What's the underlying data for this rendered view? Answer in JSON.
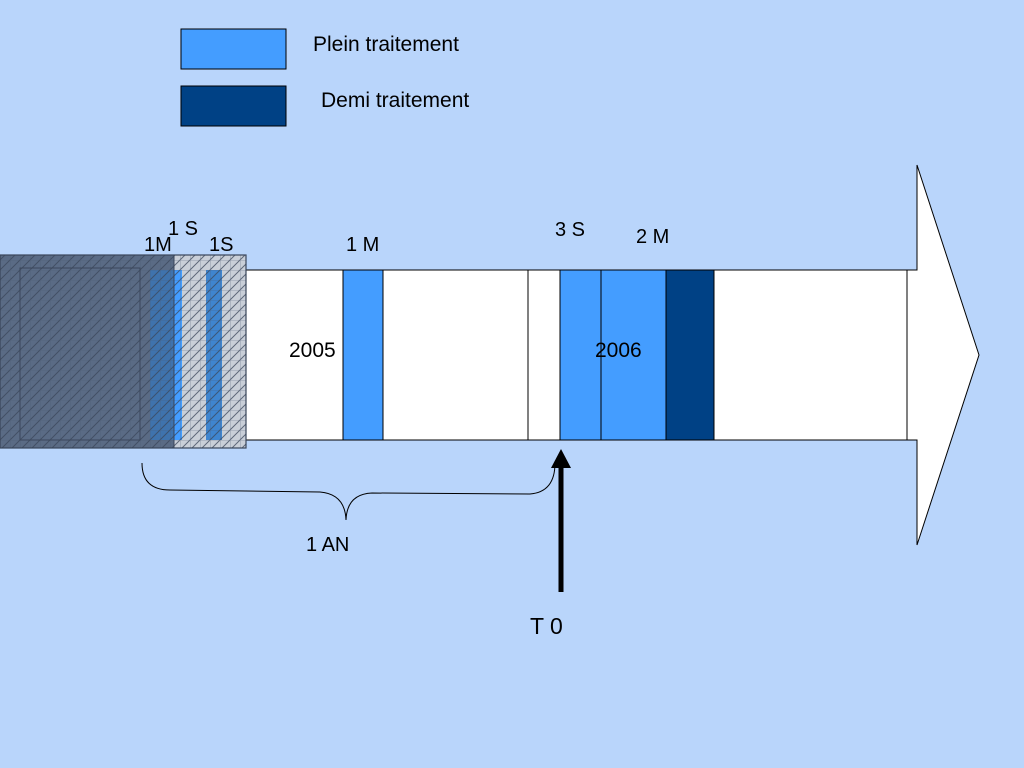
{
  "colors": {
    "background": "#b9d5fb",
    "full_treatment": "#449dff",
    "half_treatment": "#004185",
    "timeline_fill": "#ffffff",
    "outline": "#000000",
    "hatched_overlay": "#5a6b85"
  },
  "legend": {
    "items": [
      {
        "label": "Plein traitement",
        "color": "#449dff"
      },
      {
        "label": "Demi traitement",
        "color": "#004185"
      }
    ]
  },
  "timeline": {
    "period_labels": {
      "one_month_left": "1M",
      "one_week_top": "1 S",
      "one_week_right": "1S",
      "one_month": "1 M",
      "three_weeks": "3 S",
      "two_months": "2 M"
    },
    "years": {
      "first": "2005",
      "second": "2006"
    },
    "brace_label": "1 AN",
    "pointer_label": "T 0"
  }
}
